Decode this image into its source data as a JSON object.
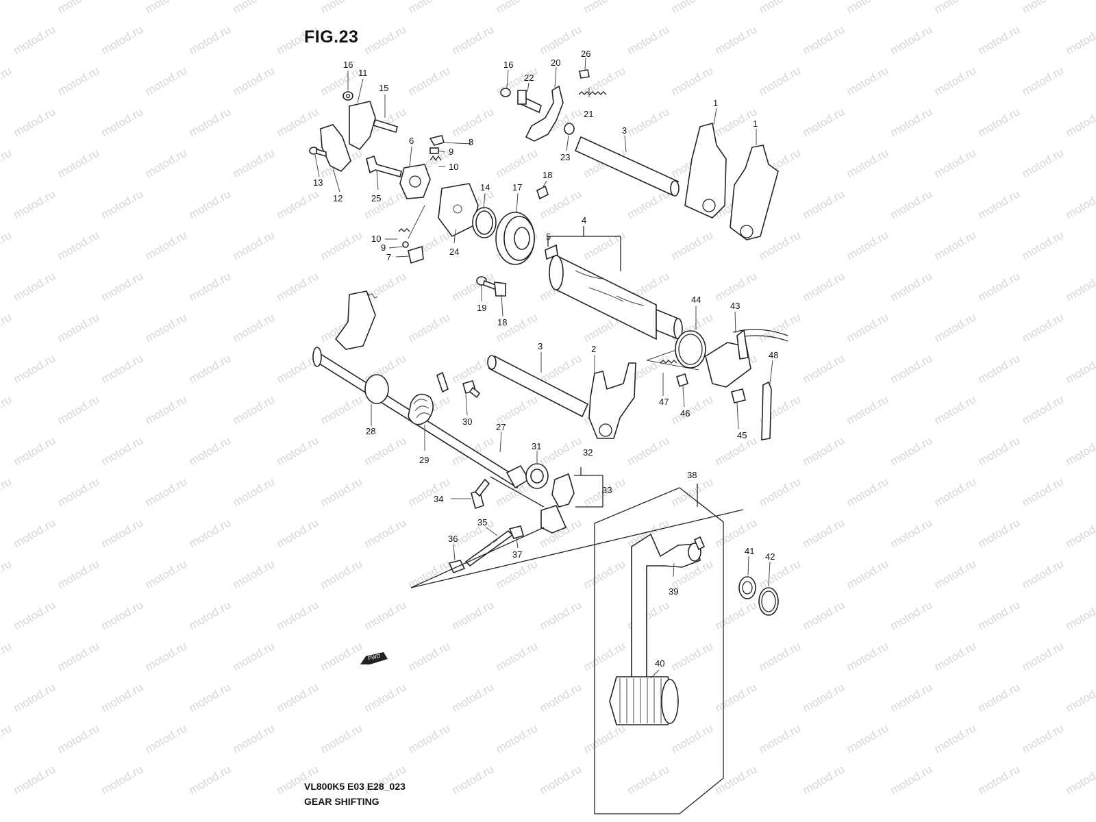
{
  "figure": {
    "title": "FIG.23",
    "model_code": "VL800K5 E03 E28_023",
    "section_title": "GEAR SHIFTING",
    "watermark": "motod.ru",
    "fwd_label": "FWD"
  },
  "callouts": [
    "1",
    "1",
    "2",
    "3",
    "3",
    "4",
    "5",
    "6",
    "7",
    "8",
    "9",
    "9",
    "10",
    "10",
    "11",
    "12",
    "13",
    "14",
    "15",
    "16",
    "16",
    "17",
    "18",
    "18",
    "19",
    "20",
    "21",
    "22",
    "23",
    "24",
    "25",
    "26",
    "27",
    "28",
    "29",
    "30",
    "31",
    "32",
    "33",
    "34",
    "35",
    "36",
    "37",
    "38",
    "39",
    "40",
    "41",
    "42",
    "43",
    "44",
    "45",
    "46",
    "47",
    "48"
  ],
  "colors": {
    "ink": "#222222",
    "watermark": "#d6d6d6",
    "background": "#ffffff"
  }
}
